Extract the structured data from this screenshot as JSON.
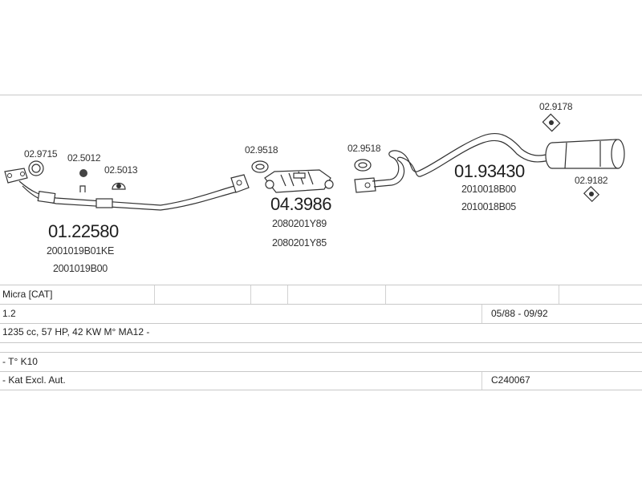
{
  "parts": {
    "front_pipe": {
      "code": "01.22580",
      "refs": [
        "2001019B01KE",
        "2001019B00"
      ]
    },
    "catalyst": {
      "code": "04.3986",
      "refs": [
        "2080201Y89",
        "2080201Y85"
      ]
    },
    "rear_silencer": {
      "code": "01.93430",
      "refs": [
        "2010018B00",
        "2010018B05"
      ]
    },
    "fittings": {
      "f1": "02.9715",
      "f2": "02.5012",
      "f3": "02.5013",
      "f4": "02.9518",
      "f5": "02.9518",
      "f6": "02.9178",
      "f7": "02.9182"
    }
  },
  "table": {
    "model": "Micra  [CAT]",
    "engine": "1.2",
    "years": "05/88 - 09/92",
    "spec": "1235 cc, 57 HP, 42 KW M° MA12 -",
    "type": "- T° K10",
    "note": "- Kat Excl. Aut.",
    "ref": "C240067"
  }
}
